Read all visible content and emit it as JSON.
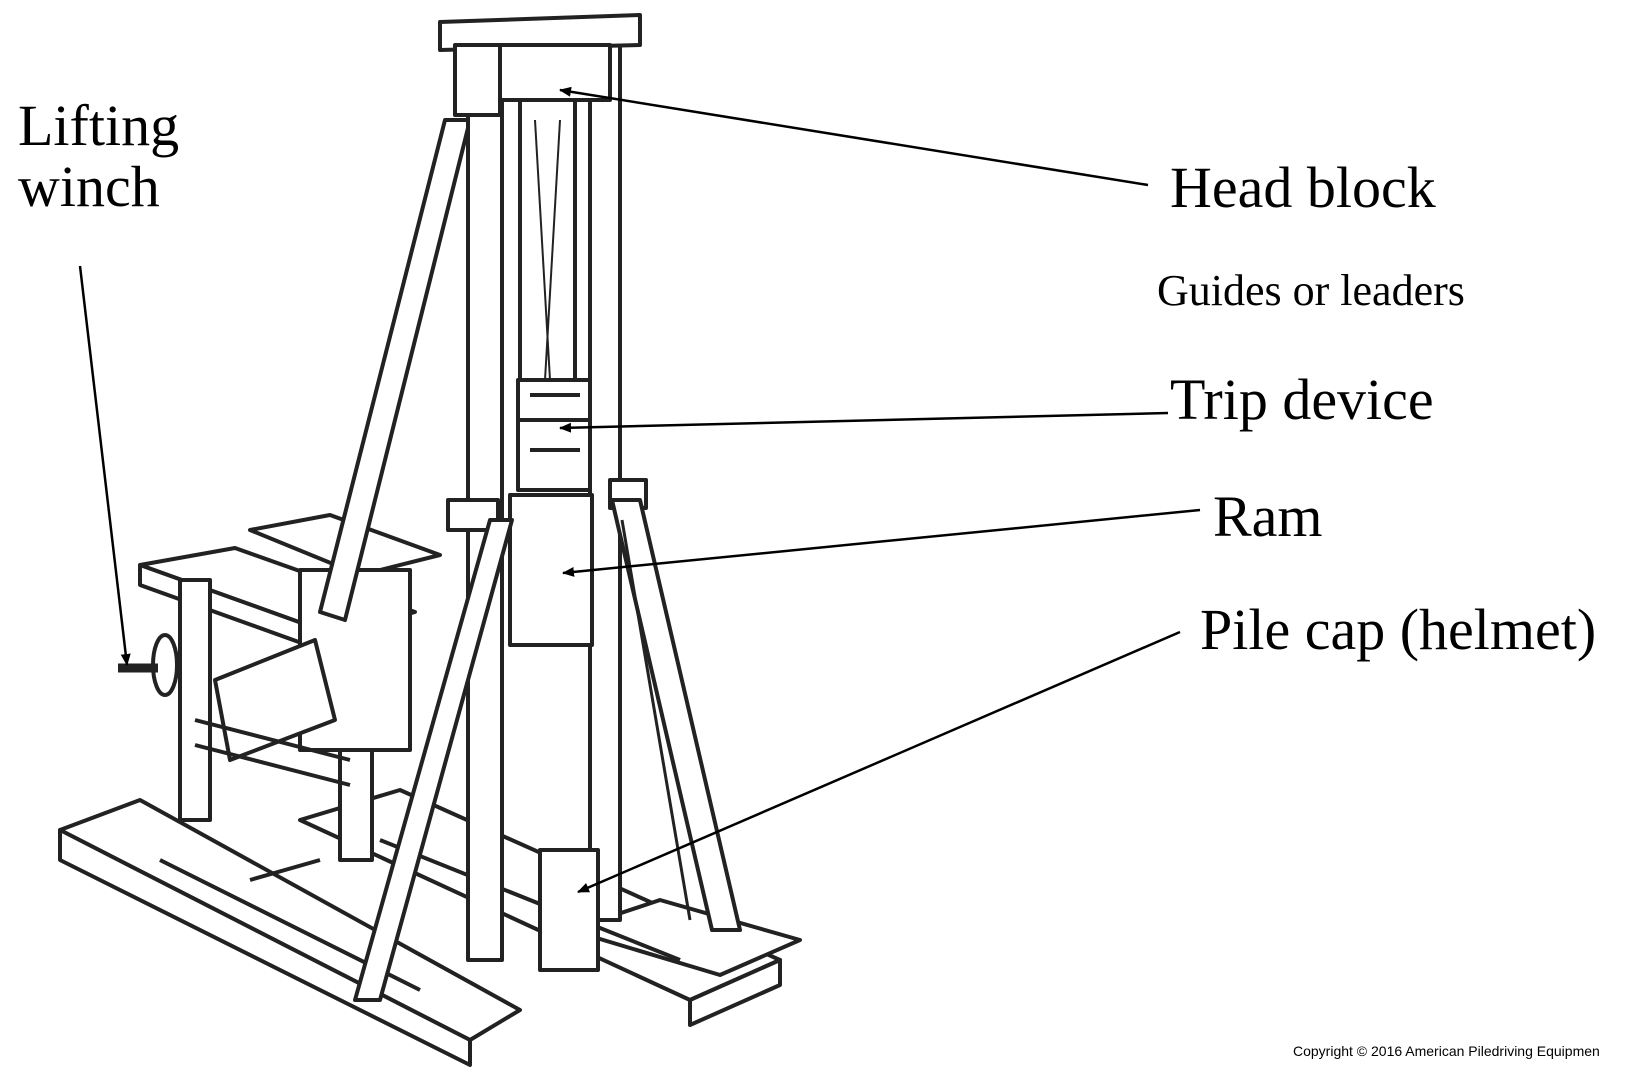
{
  "labels": {
    "lifting_winch_line1": "Lifting",
    "lifting_winch_line2": "winch",
    "head_block": "Head block",
    "guides_or_leaders": "Guides or leaders",
    "trip_device": "Trip device",
    "ram": "Ram",
    "pile_cap": "Pile cap (helmet)"
  },
  "copyright": "Copyright © 2016 American Piledriving Equipmen"
}
